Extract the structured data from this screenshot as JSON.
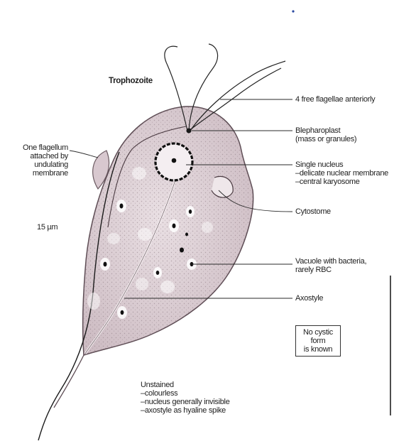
{
  "title": "Trophozoite",
  "labels": {
    "flagellae": "4 free flagellae anteriorly",
    "blepharoplast": [
      "Blepharoplast",
      "(mass or granules)"
    ],
    "nucleus": [
      "Single nucleus",
      "–delicate nuclear membrane",
      "–central karyosome"
    ],
    "cytostome": "Cytostome",
    "vacuole": [
      "Vacuole with bacteria,",
      "rarely RBC"
    ],
    "axostyle": "Axostyle",
    "undulating": [
      "One flagellum",
      "attached by",
      "undulating",
      "membrane"
    ],
    "size": "15 µm",
    "cyst_box": [
      "No cystic",
      "form",
      "is known"
    ],
    "unstained": [
      "Unstained",
      "–colourless",
      "–nucleus generally invisible",
      "–axostyle as hyaline spike"
    ]
  }
}
